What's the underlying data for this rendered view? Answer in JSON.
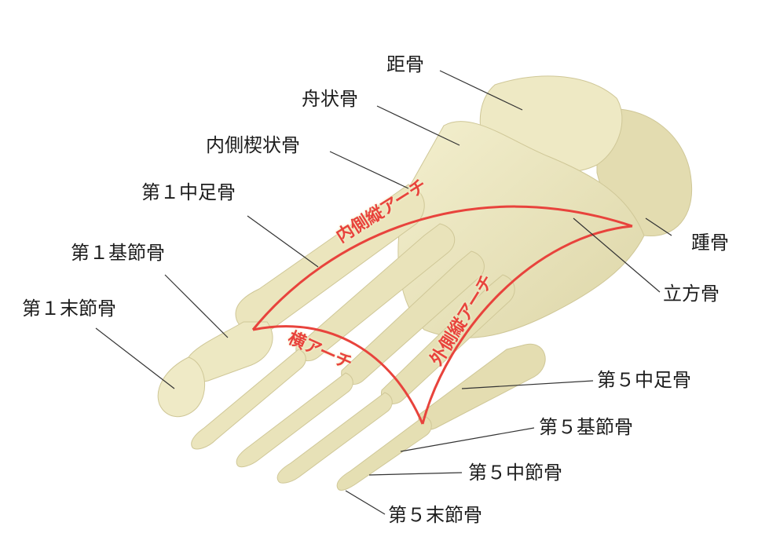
{
  "labels": {
    "talus": "距骨",
    "navicular": "舟状骨",
    "medial_cuneiform": "内側楔状骨",
    "first_metatarsal": "第１中足骨",
    "first_proximal_phalanx": "第１基節骨",
    "first_distal_phalanx": "第１末節骨",
    "calcaneus": "踵骨",
    "cuboid": "立方骨",
    "fifth_metatarsal": "第５中足骨",
    "fifth_proximal_phalanx": "第５基節骨",
    "fifth_middle_phalanx": "第５中節骨",
    "fifth_distal_phalanx": "第５末節骨"
  },
  "arches": {
    "medial_longitudinal": "内側縦アーチ",
    "lateral_longitudinal": "外側縦アーチ",
    "transverse": "横アーチ"
  },
  "colors": {
    "bone": "#ece7bf",
    "bone_shadow": "#cfc797",
    "arch_line": "#e8433c",
    "leader_line": "#333333",
    "label_text": "#1d1d1d"
  }
}
